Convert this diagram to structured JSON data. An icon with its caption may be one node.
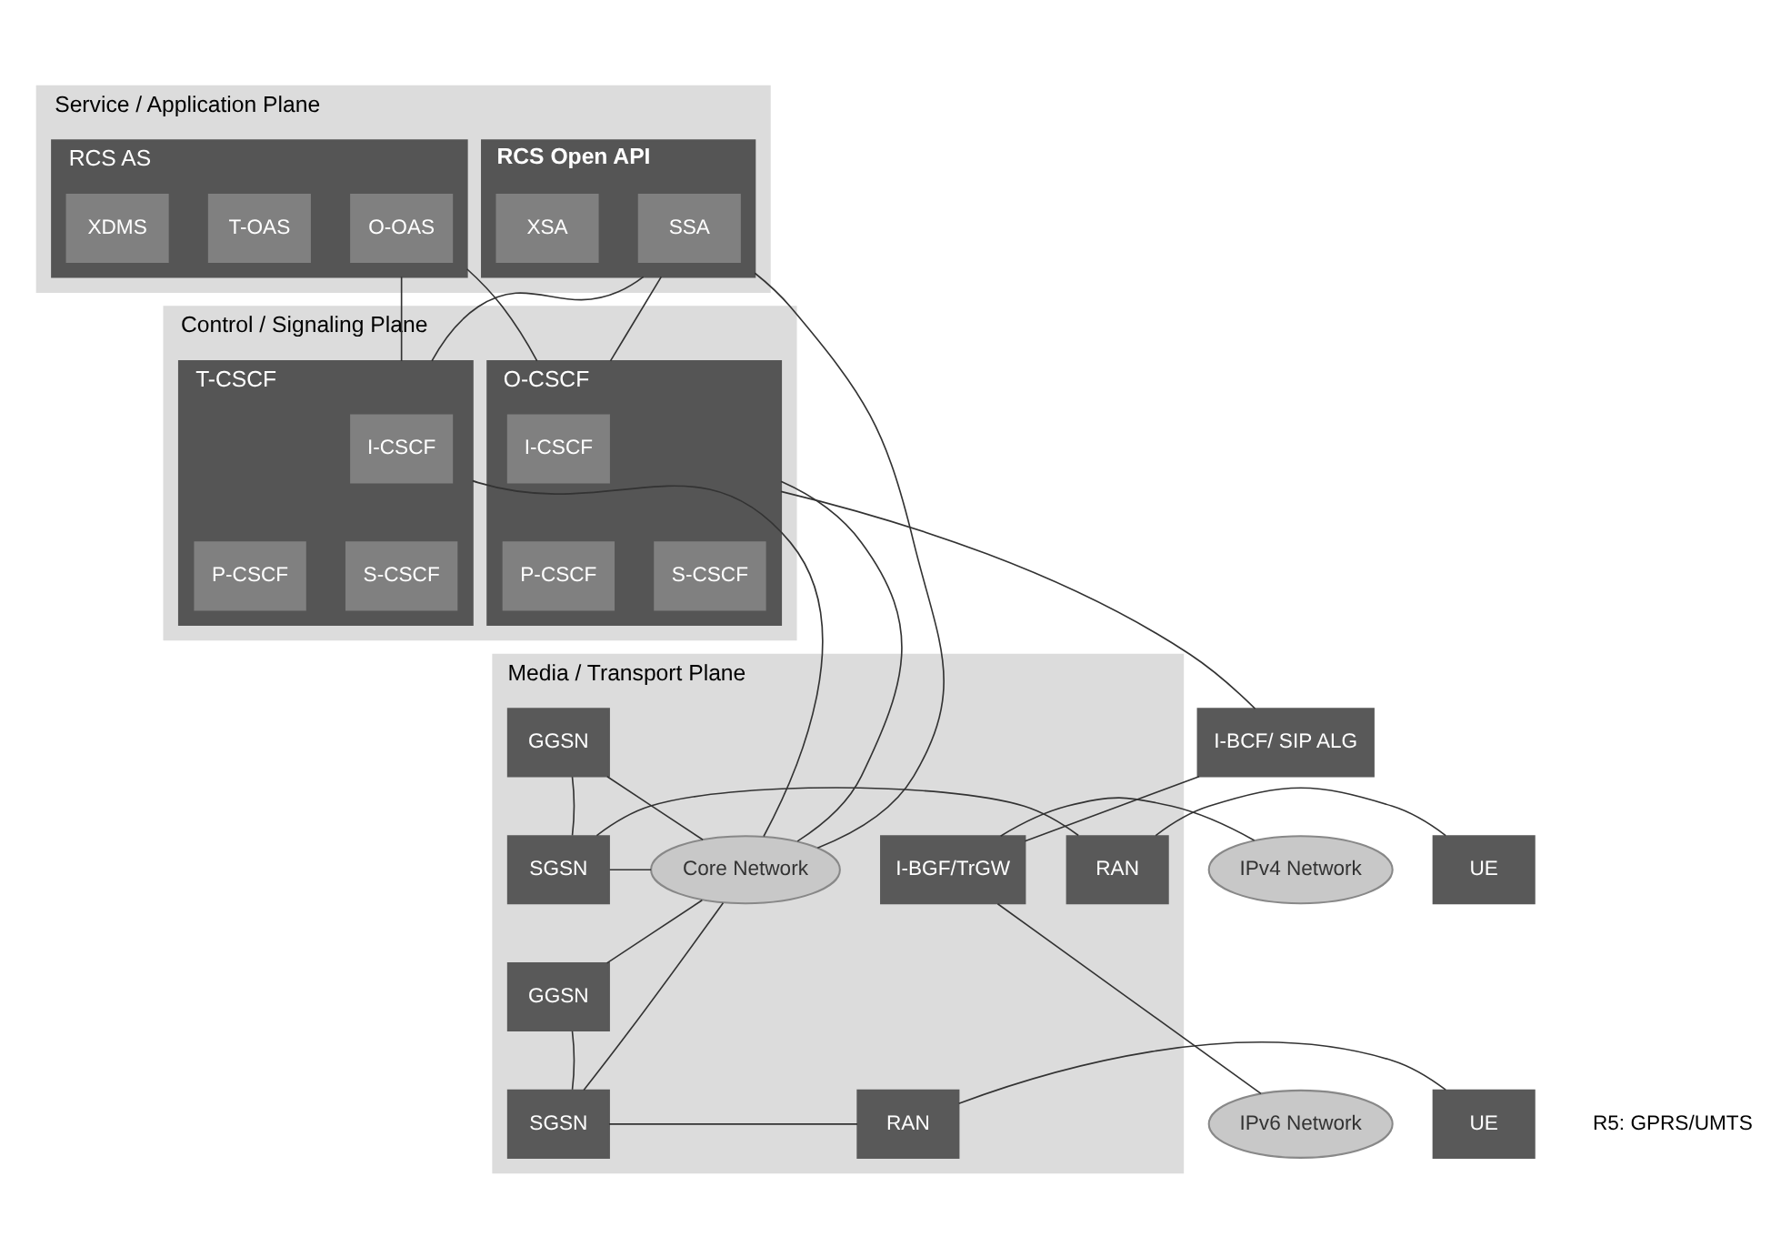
{
  "diagram": {
    "nodes": [
      {
        "text": [
          "Service / Application Plane"
        ]
      },
      {
        "text": [
          "RCS AS"
        ],
        "in": 0
      },
      {
        "text": [
          "O-OAS"
        ],
        "in": 1
      },
      {
        "text": [
          "T-OAS"
        ],
        "in": 1
      },
      {
        "text": [
          "XDMS"
        ],
        "in": 1
      },
      {
        "text": [
          "RCS Open API"
        ],
        "in": 0
      },
      {
        "text": [
          "SSA"
        ],
        "in": 5
      },
      {
        "text": [
          "XSA"
        ],
        "in": 5
      },
      {
        "text": [
          "Control / Signaling Plane"
        ]
      },
      {
        "text": [
          "O-CSCF"
        ],
        "in": 8
      },
      {
        "text": [
          "I-CSCF"
        ],
        "in": 9
      },
      {
        "text": [
          "P-CSCF"
        ],
        "in": 9
      },
      {
        "text": [
          "S-CSCF"
        ],
        "in": 9
      },
      {
        "text": [
          "T-CSCF"
        ],
        "in": 8
      },
      {
        "text": [
          "I-CSCF"
        ],
        "in": 13
      },
      {
        "text": [
          "P-CSCF"
        ],
        "in": 13
      },
      {
        "text": [
          "S-CSCF"
        ],
        "in": 13
      },
      {
        "text": [
          "I-BCF/ SIP ALG"
        ]
      },
      {
        "text": [
          "Media / Transport Plane"
        ]
      },
      {
        "text": [
          "GGSN"
        ],
        "in": 18
      },
      {
        "text": [
          "UE"
        ]
      },
      {
        "text": [
          "RAN"
        ],
        "in": 18
      },
      {
        "text": [
          "SGSN"
        ],
        "in": 18
      },
      {
        "text": [
          "Core Network"
        ],
        "in": 18
      },
      {
        "text": [
          "I-BGF/TrGW"
        ],
        "in": 18
      },
      {
        "text": [
          "IPv4 Network"
        ]
      },
      {
        "text": [
          "GGSN"
        ],
        "in": 18
      },
      {
        "text": [
          "UE"
        ]
      },
      {
        "text": [
          "RAN"
        ],
        "in": 18
      },
      {
        "text": [
          "SGSN"
        ],
        "in": 18
      },
      {
        "text": [
          "IPv6 Network"
        ]
      }
    ],
    "edges": [
      {
        "from": 1,
        "to": 9,
        "arrow": "none"
      },
      {
        "from": 1,
        "to": 13,
        "arrow": "none"
      },
      {
        "from": 5,
        "to": 9,
        "arrow": "none"
      },
      {
        "from": 5,
        "to": 13,
        "arrow": "none"
      },
      {
        "from": 5,
        "to": 23,
        "arrow": "none"
      },
      {
        "from": 9,
        "to": 17,
        "arrow": "none"
      },
      {
        "from": 9,
        "to": 23,
        "arrow": "none"
      },
      {
        "from": 13,
        "to": 23,
        "arrow": "none"
      },
      {
        "from": 17,
        "to": 24,
        "arrow": "none"
      },
      {
        "from": 20,
        "to": 21,
        "arrow": "none"
      },
      {
        "from": 21,
        "to": 22,
        "arrow": "none"
      },
      {
        "from": 22,
        "to": 19,
        "arrow": "none"
      },
      {
        "from": 19,
        "to": 23,
        "arrow": "none"
      },
      {
        "from": 22,
        "to": 23,
        "arrow": "none"
      },
      {
        "from": 27,
        "to": 28,
        "arrow": "none"
      },
      {
        "from": 28,
        "to": 29,
        "arrow": "none"
      },
      {
        "from": 29,
        "to": 26,
        "arrow": "none"
      },
      {
        "from": 26,
        "to": 23,
        "arrow": "none"
      },
      {
        "from": 29,
        "to": 23,
        "arrow": "none"
      },
      {
        "from": 24,
        "to": 25,
        "arrow": "none"
      },
      {
        "from": 24,
        "to": 30,
        "arrow": "none"
      }
    ],
    "labels": [
      "R5: GPRS/UMTS"
    ]
  }
}
